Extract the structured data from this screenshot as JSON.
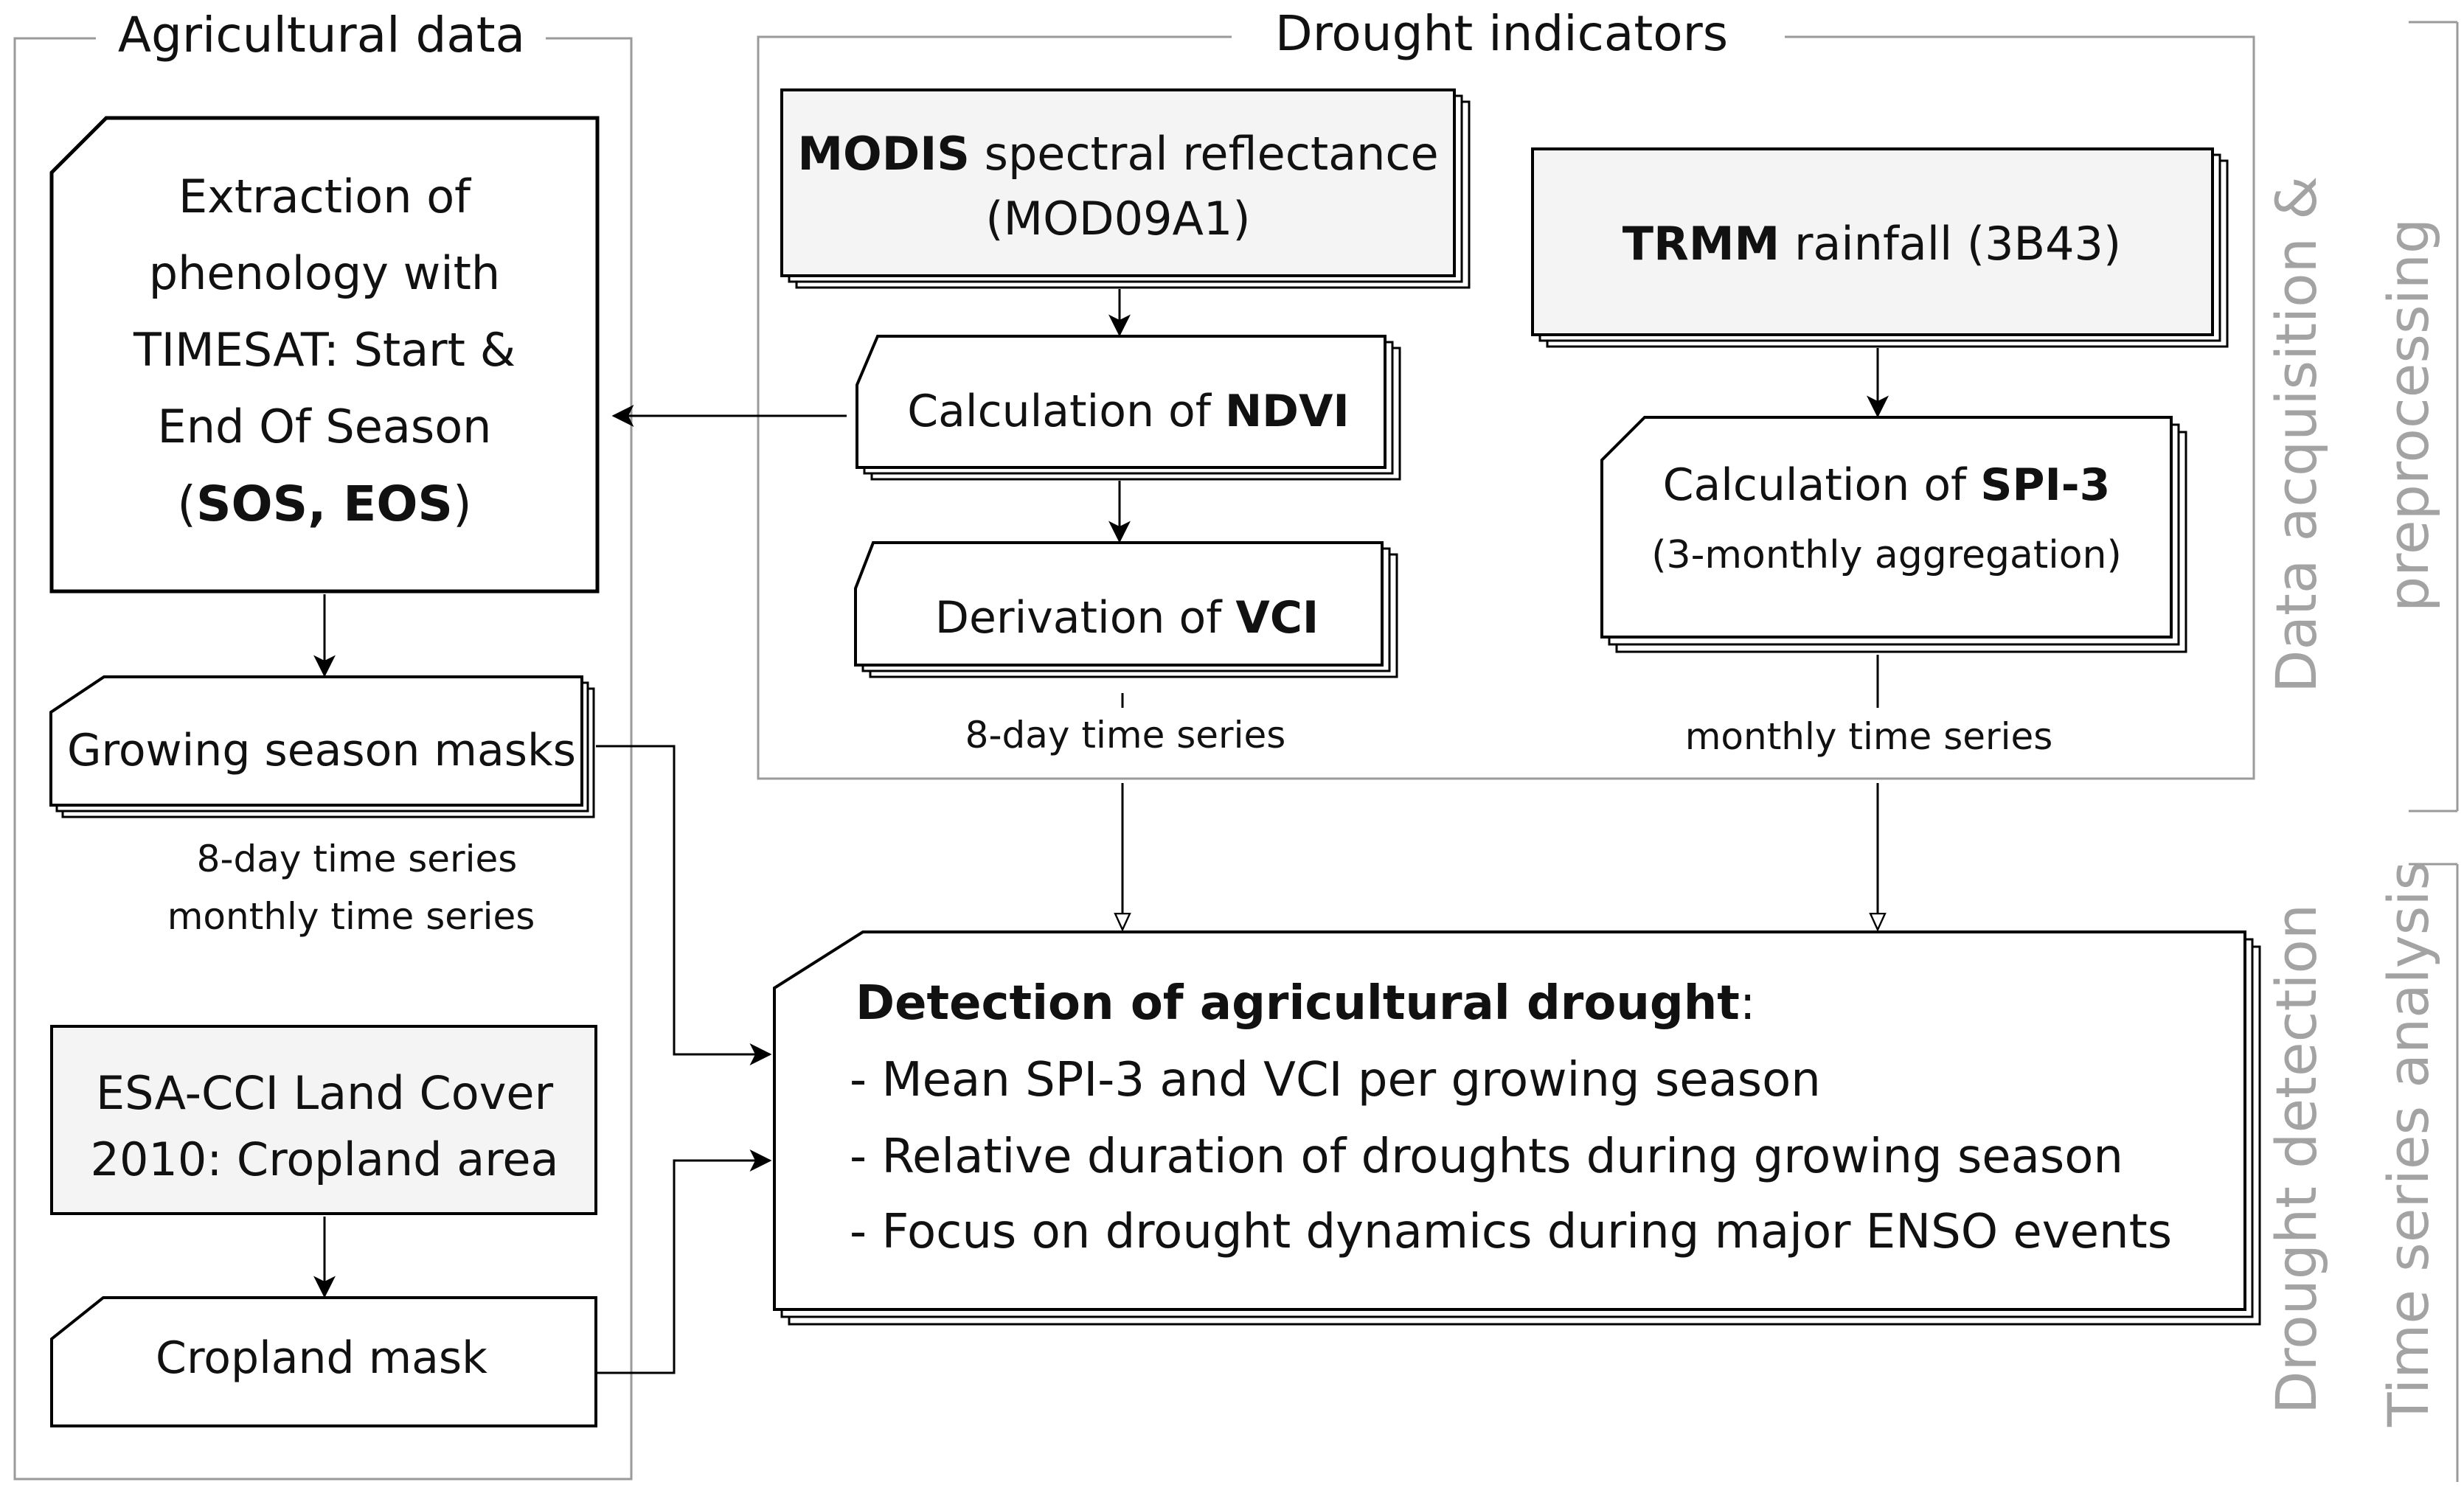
{
  "groups": {
    "agricultural_title": "Agricultural data",
    "drought_title": "Drought indicators"
  },
  "side_labels": {
    "acq_line1": "Data acquisition &",
    "acq_line2": "preprocessing",
    "det_line1": "Drought detection",
    "det_line2": "Time series analysis"
  },
  "nodes": {
    "extraction": {
      "line1": "Extraction of",
      "line2": "phenology with",
      "line3": "TIMESAT: Start &",
      "line4": "End Of Season",
      "line5_open": "(",
      "line5_bold": "SOS, EOS",
      "line5_close": ")"
    },
    "growing_masks": {
      "label": "Growing season masks"
    },
    "growing_masks_note": {
      "line1": "8-day time series",
      "line2": "monthly time series"
    },
    "esa_cci": {
      "line1": "ESA-CCI Land Cover",
      "line2": "2010: Cropland area"
    },
    "cropland_mask": {
      "label": "Cropland mask"
    },
    "modis": {
      "bold": "MODIS",
      "rest": " spectral reflectance",
      "line2": "(MOD09A1)"
    },
    "ndvi": {
      "prefix": "Calculation of ",
      "bold": "NDVI"
    },
    "vci": {
      "prefix": "Derivation of ",
      "bold": "VCI"
    },
    "trmm": {
      "bold": "TRMM",
      "rest": " rainfall (3B43)"
    },
    "spi": {
      "prefix": "Calculation of ",
      "bold": "SPI-3",
      "line2": "(3-monthly aggregation)"
    },
    "detection": {
      "title_bold": "Detection of agricultural drought",
      "title_colon": ":",
      "item1": "- Mean SPI-3 and VCI per growing season",
      "item2": "- Relative duration of droughts during growing season",
      "item3": "- Focus on drought dynamics during major ENSO events"
    }
  },
  "edge_labels": {
    "vci_series": "8-day time series",
    "spi_series": "monthly time series"
  },
  "colors": {
    "box_fill": "#ffffff",
    "input_fill": "#f4f4f4",
    "stroke": "#000000",
    "frame": "#9a9a9a",
    "side_text": "#a3a3a3"
  }
}
